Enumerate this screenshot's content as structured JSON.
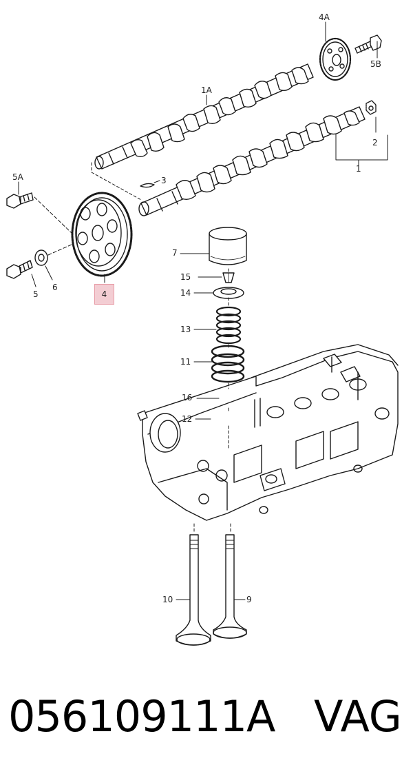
{
  "diagram": {
    "callouts": {
      "c4A": "4A",
      "c5B": "5B",
      "c1A": "1A",
      "c2": "2",
      "c1": "1",
      "c5A": "5A",
      "c3": "3",
      "c4": "4",
      "c5": "5",
      "c6": "6",
      "c7": "7",
      "c15": "15",
      "c14": "14",
      "c13": "13",
      "c11": "11",
      "c16": "16",
      "c12": "12",
      "c10": "10",
      "c9": "9"
    },
    "highlight_color": "#f3cdd3"
  },
  "footer": {
    "part_number": "056109111A",
    "brand": "VAG"
  }
}
